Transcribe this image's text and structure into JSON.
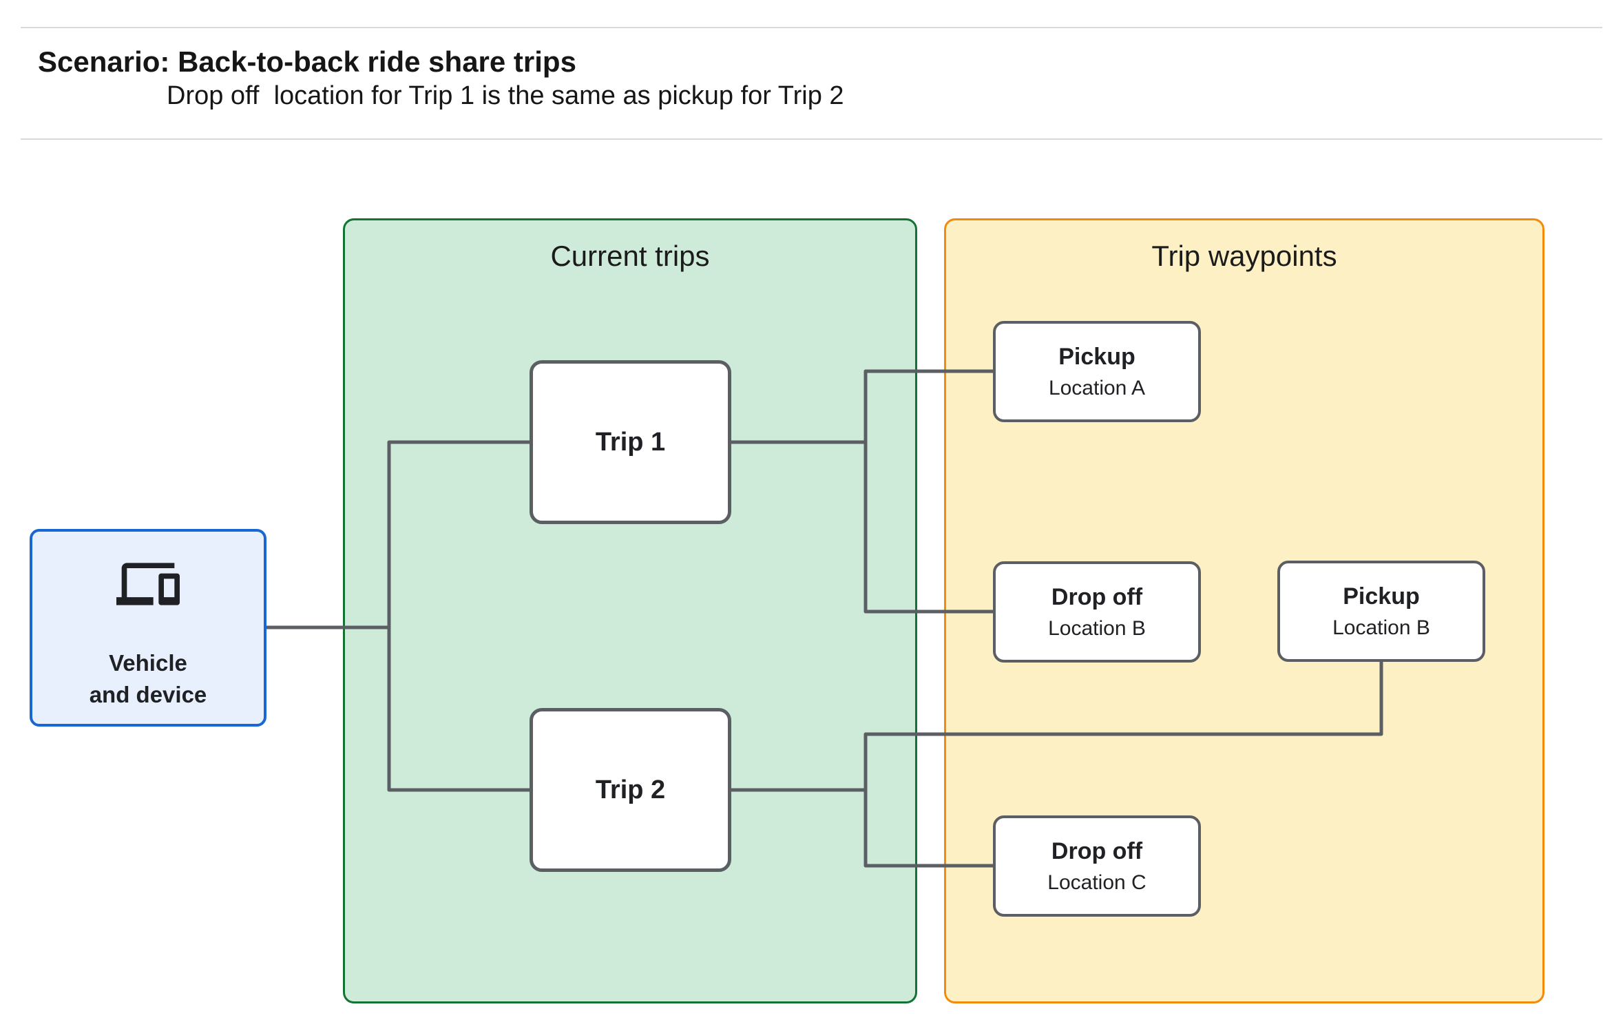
{
  "header": {
    "title": "Scenario: Back-to-back ride share trips",
    "subtitle": "Drop off  location for Trip 1 is the same as pickup for Trip 2"
  },
  "vehicle": {
    "icon": "devices-icon",
    "label_line1": "Vehicle",
    "label_line2": "and device"
  },
  "panels": {
    "current_trips": {
      "title": "Current trips"
    },
    "trip_waypoints": {
      "title": "Trip waypoints"
    }
  },
  "trips": [
    {
      "label": "Trip 1"
    },
    {
      "label": "Trip 2"
    }
  ],
  "waypoints": [
    {
      "type": "Pickup",
      "location": "Location A"
    },
    {
      "type": "Drop off",
      "location": "Location B"
    },
    {
      "type": "Pickup",
      "location": "Location B"
    },
    {
      "type": "Drop off",
      "location": "Location C"
    }
  ],
  "colors": {
    "current_trips_fill": "#ceead8",
    "current_trips_border": "#137333",
    "trip_waypoints_fill": "#fdf0c4",
    "trip_waypoints_border": "#f28b0a",
    "vehicle_fill": "#e8f0fe",
    "vehicle_border": "#1967d2",
    "connector_gray": "#5b5e63",
    "text": "#202124",
    "divider": "#d9d9d9"
  }
}
